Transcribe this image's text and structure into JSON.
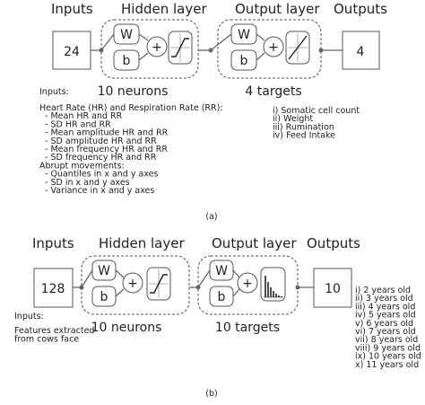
{
  "diagram_a": {
    "header_inputs": "Inputs",
    "header_hidden": "Hidden layer",
    "header_output": "Output layer",
    "header_outputs": "Outputs",
    "input_count": "24",
    "output_count": "4",
    "weight_label": "W",
    "bias_label": "b",
    "plus_label": "+",
    "hidden_caption": "10 neurons",
    "output_caption": "4 targets",
    "inputs_title": "Inputs:",
    "input_lines": [
      "Heart Rate (HR) and Respiration Rate (RR):",
      "  - Mean HR and RR",
      "  - SD HR and RR",
      "  - Mean amplitude HR and RR",
      "  - SD amplitude HR and RR",
      "  - Mean frequency HR and RR",
      "  - SD frequency HR and RR",
      "Abrupt movements:",
      "  - Quantiles in x and y axes",
      "  - SD in x and y axes",
      "  - Variance in x and y axes"
    ],
    "target_lines": [
      "i) Somatic cell count",
      "ii) Weight",
      "iii) Rumination",
      "iv) Feed Intake"
    ],
    "panel_label": "(a)"
  },
  "diagram_b": {
    "header_inputs": "Inputs",
    "header_hidden": "Hidden layer",
    "header_output": "Output layer",
    "header_outputs": "Outputs",
    "input_count": "128",
    "output_count": "10",
    "weight_label": "W",
    "bias_label": "b",
    "plus_label": "+",
    "hidden_caption": "10 neurons",
    "output_caption": "10 targets",
    "inputs_title": "Inputs:",
    "input_lines": [
      "Features extracted",
      "from cows face"
    ],
    "target_lines": [
      "i) 2 years old",
      "ii) 3 years old",
      "iii) 4 years old",
      "iv) 5 years old",
      "v) 6 years old",
      "vi) 7 years old",
      "vii) 8 years old",
      "viii) 9 years old",
      "ix) 10 years old",
      "x) 11 years old"
    ],
    "panel_label": "(b)"
  }
}
